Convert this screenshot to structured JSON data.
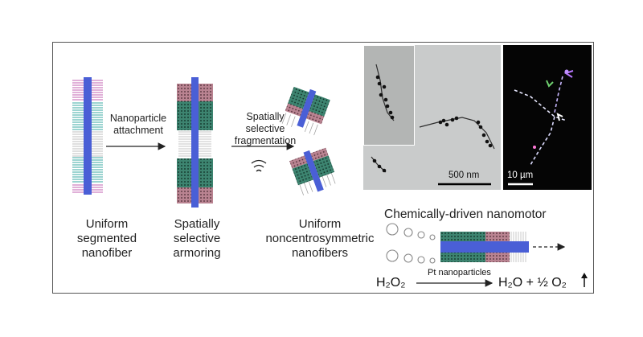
{
  "stages": {
    "uniform": [
      "Uniform",
      "segmented",
      "nanofiber"
    ],
    "armoring": [
      "Spatially",
      "selective",
      "armoring"
    ],
    "products": [
      "Uniform",
      "noncentrosymmetric",
      "nanofibers"
    ]
  },
  "arrows": {
    "step1": [
      "Nanoparticle",
      "attachment"
    ],
    "step2": [
      "Spatially",
      "selective",
      "fragmentation"
    ]
  },
  "micrographs": {
    "tem_scale": "500 nm",
    "fluor_scale": "10 µm"
  },
  "motor": {
    "title": "Chemically-driven nanomotor",
    "reactant": "H₂O₂",
    "catalyst": "Pt nanoparticles",
    "products": "H₂O + ½ O₂"
  },
  "colors": {
    "core": "#4a5fd6",
    "pink": "#c060b0",
    "teal": "#3aa9a3",
    "white_seg": "#d8d8d8",
    "armor_green": "#3f7d6a",
    "armor_pink": "#b07a8a"
  }
}
